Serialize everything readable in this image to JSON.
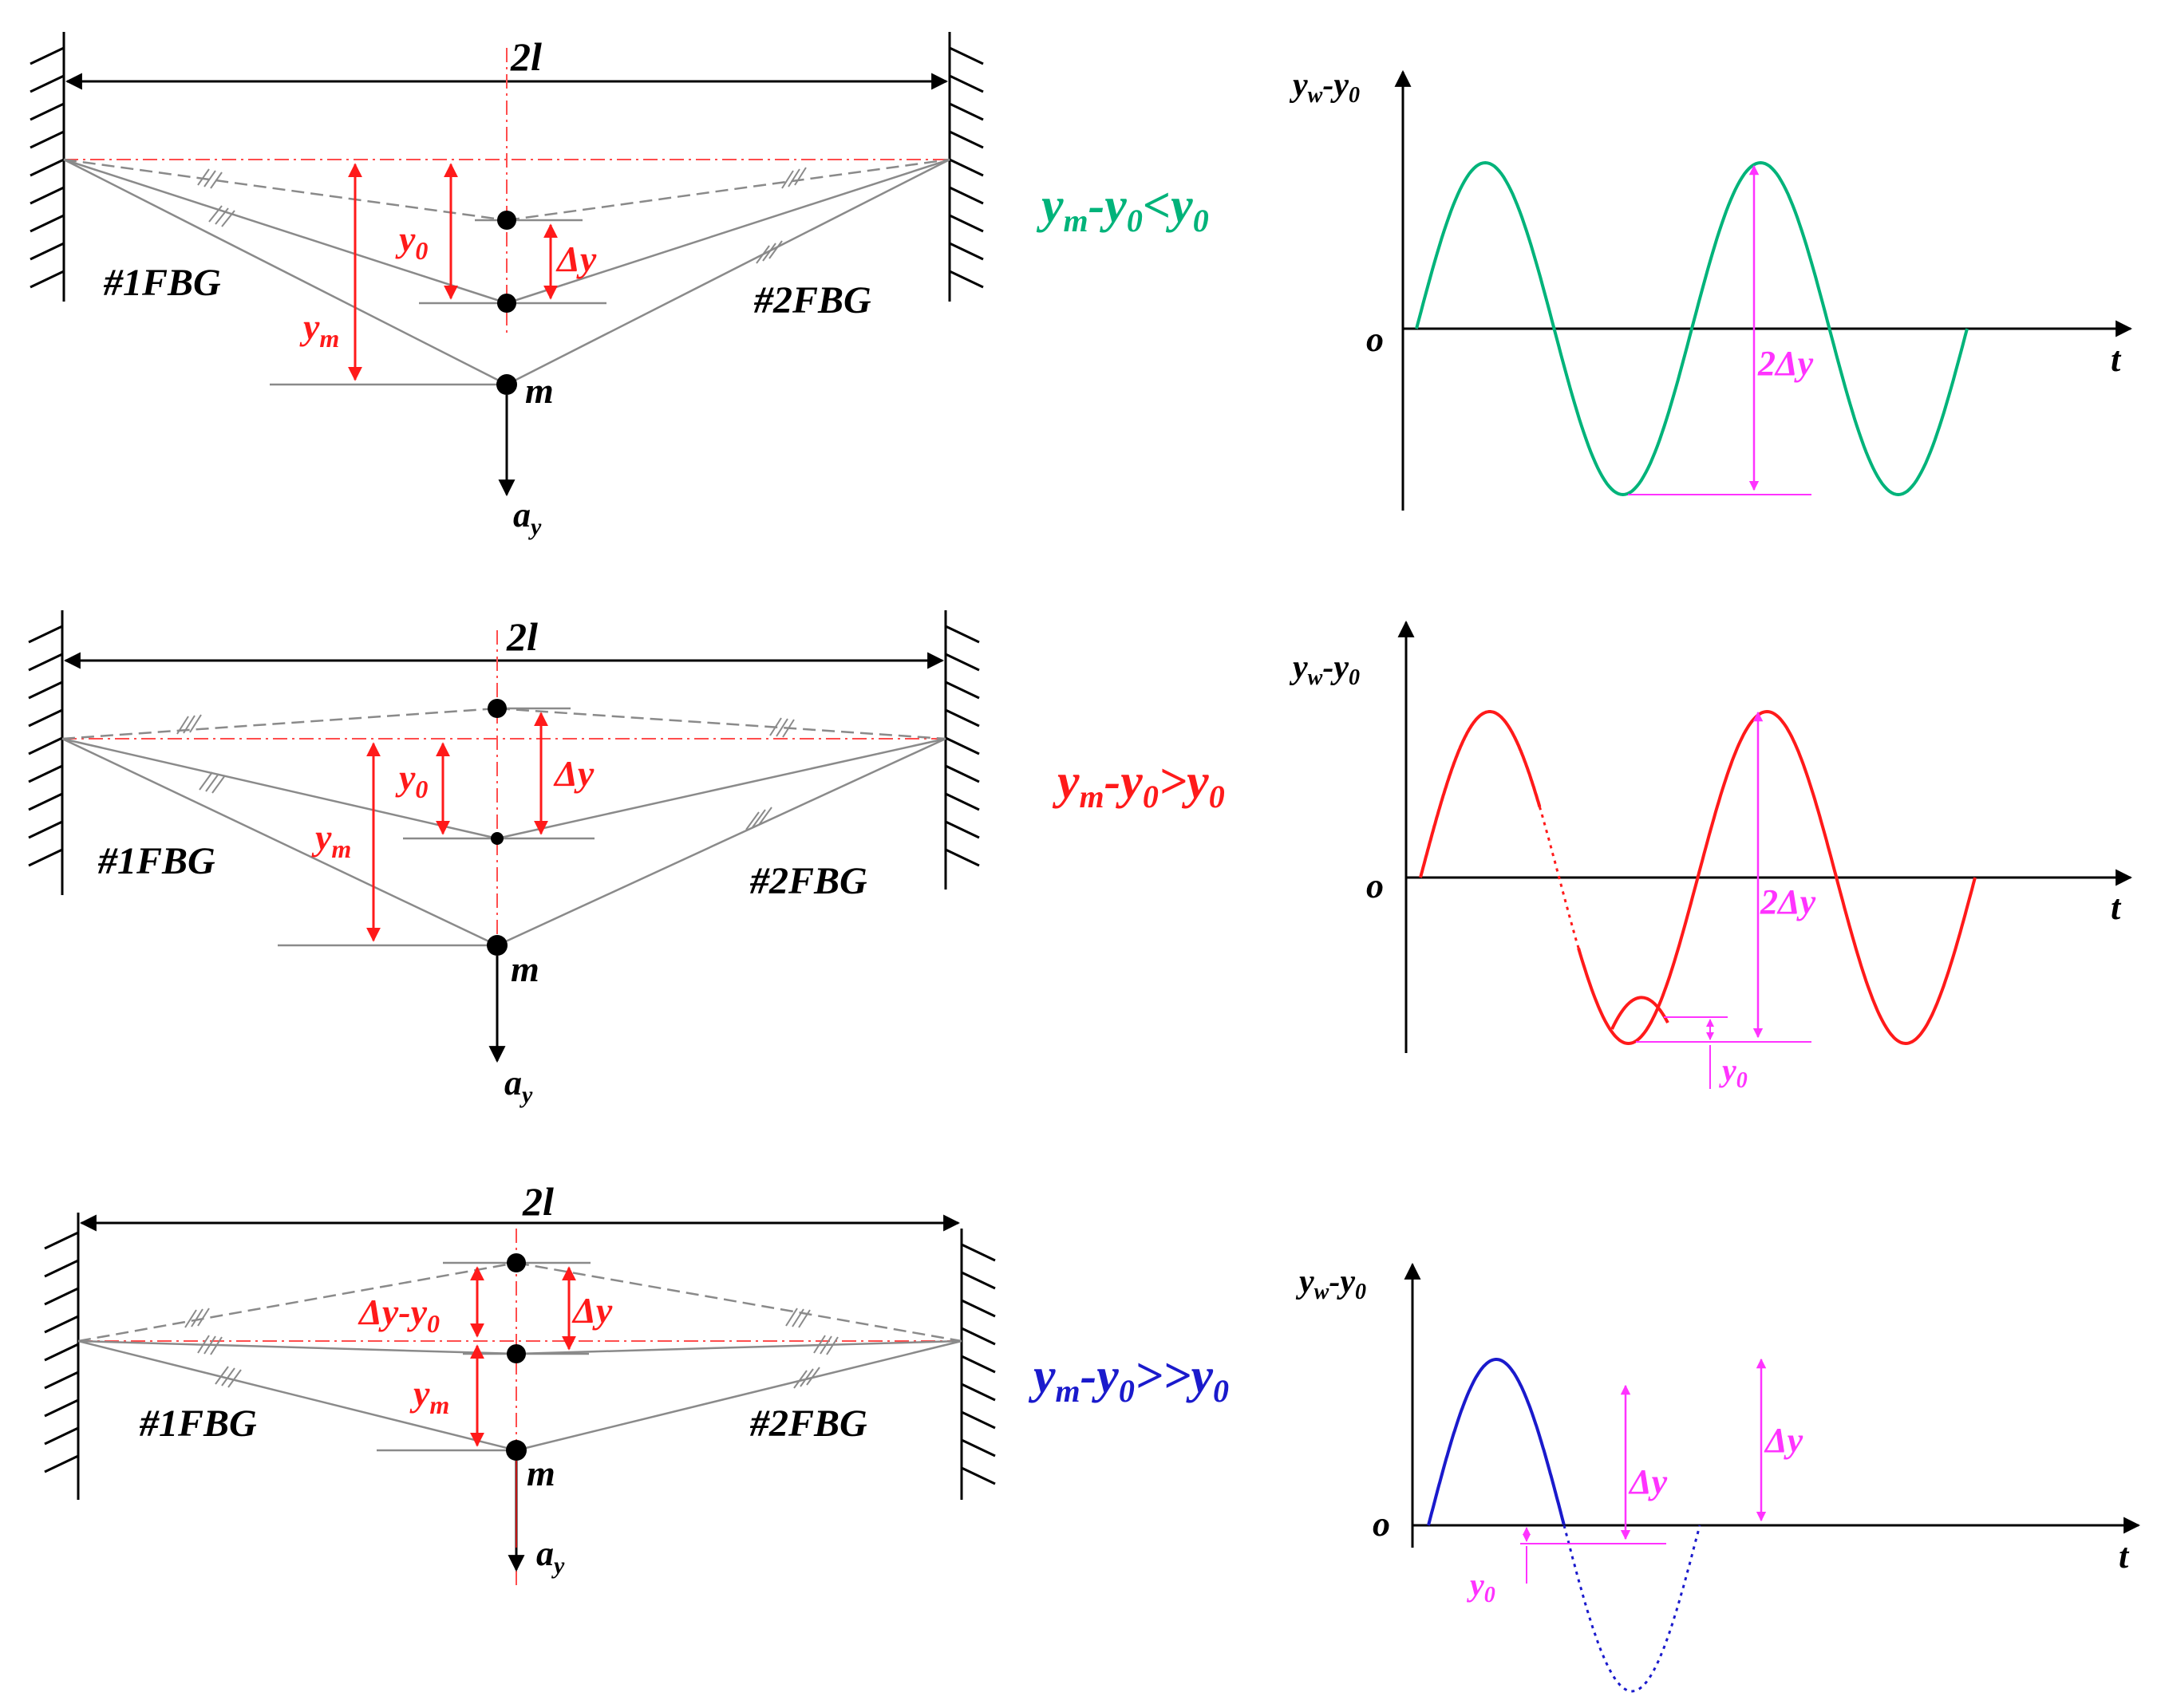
{
  "colors": {
    "black": "#000000",
    "grey": "#8a8a8a",
    "red": "#ff1a1a",
    "green": "#00b37a",
    "blue": "#1a1acc",
    "magenta": "#ff33ff"
  },
  "panels": [
    {
      "id": "p1",
      "span_label": "2l",
      "fbg1_label": "#1FBG",
      "fbg2_label": "#2FBG",
      "y0_label": "y",
      "y0_sub": "0",
      "dy_label": "Δy",
      "ym_label": "y",
      "ym_sub": "m",
      "mass_label": "m",
      "accel_label": "a",
      "accel_sub": "y",
      "condition": {
        "a": "y",
        "a_sub": "m",
        "b": "-y",
        "b_sub": "0",
        "op": "<y",
        "op_sub": "0",
        "color": "#00b37a"
      },
      "graph": {
        "y_axis_label": "y",
        "y_axis_sub1": "w",
        "y_axis_mid": "-y",
        "y_axis_sub2": "0",
        "origin_label": "o",
        "t_label": "t",
        "amp_label": "2Δy",
        "color": "#00b37a"
      }
    },
    {
      "id": "p2",
      "span_label": "2l",
      "fbg1_label": "#1FBG",
      "fbg2_label": "#2FBG",
      "y0_label": "y",
      "y0_sub": "0",
      "dy_label": "Δy",
      "ym_label": "y",
      "ym_sub": "m",
      "mass_label": "m",
      "accel_label": "a",
      "accel_sub": "y",
      "condition": {
        "a": "y",
        "a_sub": "m",
        "b": "-y",
        "b_sub": "0",
        "op": ">y",
        "op_sub": "0",
        "color": "#ff1a1a"
      },
      "graph": {
        "y_axis_label": "y",
        "y_axis_sub1": "w",
        "y_axis_mid": "-y",
        "y_axis_sub2": "0",
        "origin_label": "o",
        "t_label": "t",
        "amp_label": "2Δy",
        "y0_label": "y",
        "y0_sub": "0",
        "color": "#ff1a1a"
      }
    },
    {
      "id": "p3",
      "span_label": "2l",
      "fbg1_label": "#1FBG",
      "fbg2_label": "#2FBG",
      "dy_y0_label": "Δy-y",
      "dy_y0_sub": "0",
      "dy_label": "Δy",
      "ym_label": "y",
      "ym_sub": "m",
      "mass_label": "m",
      "accel_label": "a",
      "accel_sub": "y",
      "condition": {
        "a": "y",
        "a_sub": "m",
        "b": "-y",
        "b_sub": "0",
        "op": ">>y",
        "op_sub": "0",
        "color": "#1a1acc"
      },
      "graph": {
        "y_axis_label": "y",
        "y_axis_sub1": "w",
        "y_axis_mid": "-y",
        "y_axis_sub2": "0",
        "origin_label": "o",
        "t_label": "t",
        "amp_label_1": "Δy",
        "amp_label_2": "Δy",
        "y0_label": "y",
        "y0_sub": "0",
        "color": "#1a1acc"
      }
    }
  ]
}
